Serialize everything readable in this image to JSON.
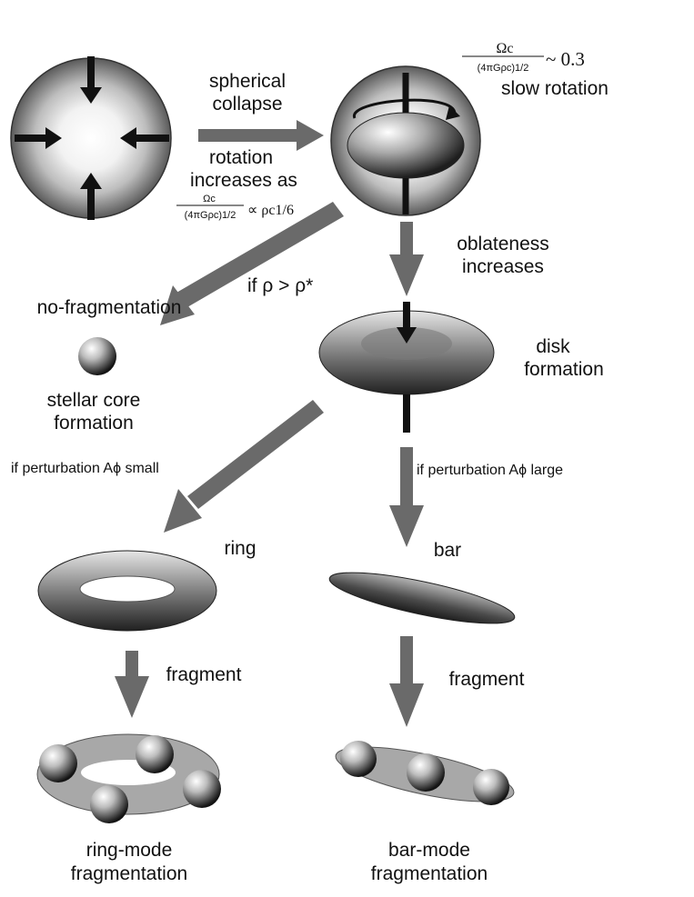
{
  "labels": {
    "spherical_collapse_1": "spherical",
    "spherical_collapse_2": "collapse",
    "rotation_1": "rotation",
    "rotation_2": "increases as",
    "slow_rotation": "slow rotation",
    "formula_top_num": "Ωc",
    "formula_top_den": "(4πGρc)1/2",
    "formula_top_tail": "~ 0.3",
    "formula_mid_num": "Ωc",
    "formula_mid_den": "(4πGρc)1/2",
    "formula_mid_tail": "∝ ρc1/6",
    "if_rho": "if ρ > ρ*",
    "oblateness_1": "oblateness",
    "oblateness_2": "increases",
    "no_fragmentation": "no-fragmentation",
    "stellar_core_1": "stellar core",
    "stellar_core_2": "formation",
    "disk_1": "disk",
    "disk_2": "formation",
    "perturbation_small": "if perturbation Aϕ small",
    "perturbation_large": "if perturbation Aϕ large",
    "ring": "ring",
    "bar": "bar",
    "fragment_left": "fragment",
    "fragment_right": "fragment",
    "ring_mode_1": "ring-mode",
    "ring_mode_2": "fragmentation",
    "bar_mode_1": "bar-mode",
    "bar_mode_2": "fragmentation"
  },
  "colors": {
    "arrow": "#6a6a6a",
    "cloud_outer": "#5a5a5a",
    "cloud_inner": "#ffffff",
    "fragment_halo": "#a8a8a8"
  }
}
